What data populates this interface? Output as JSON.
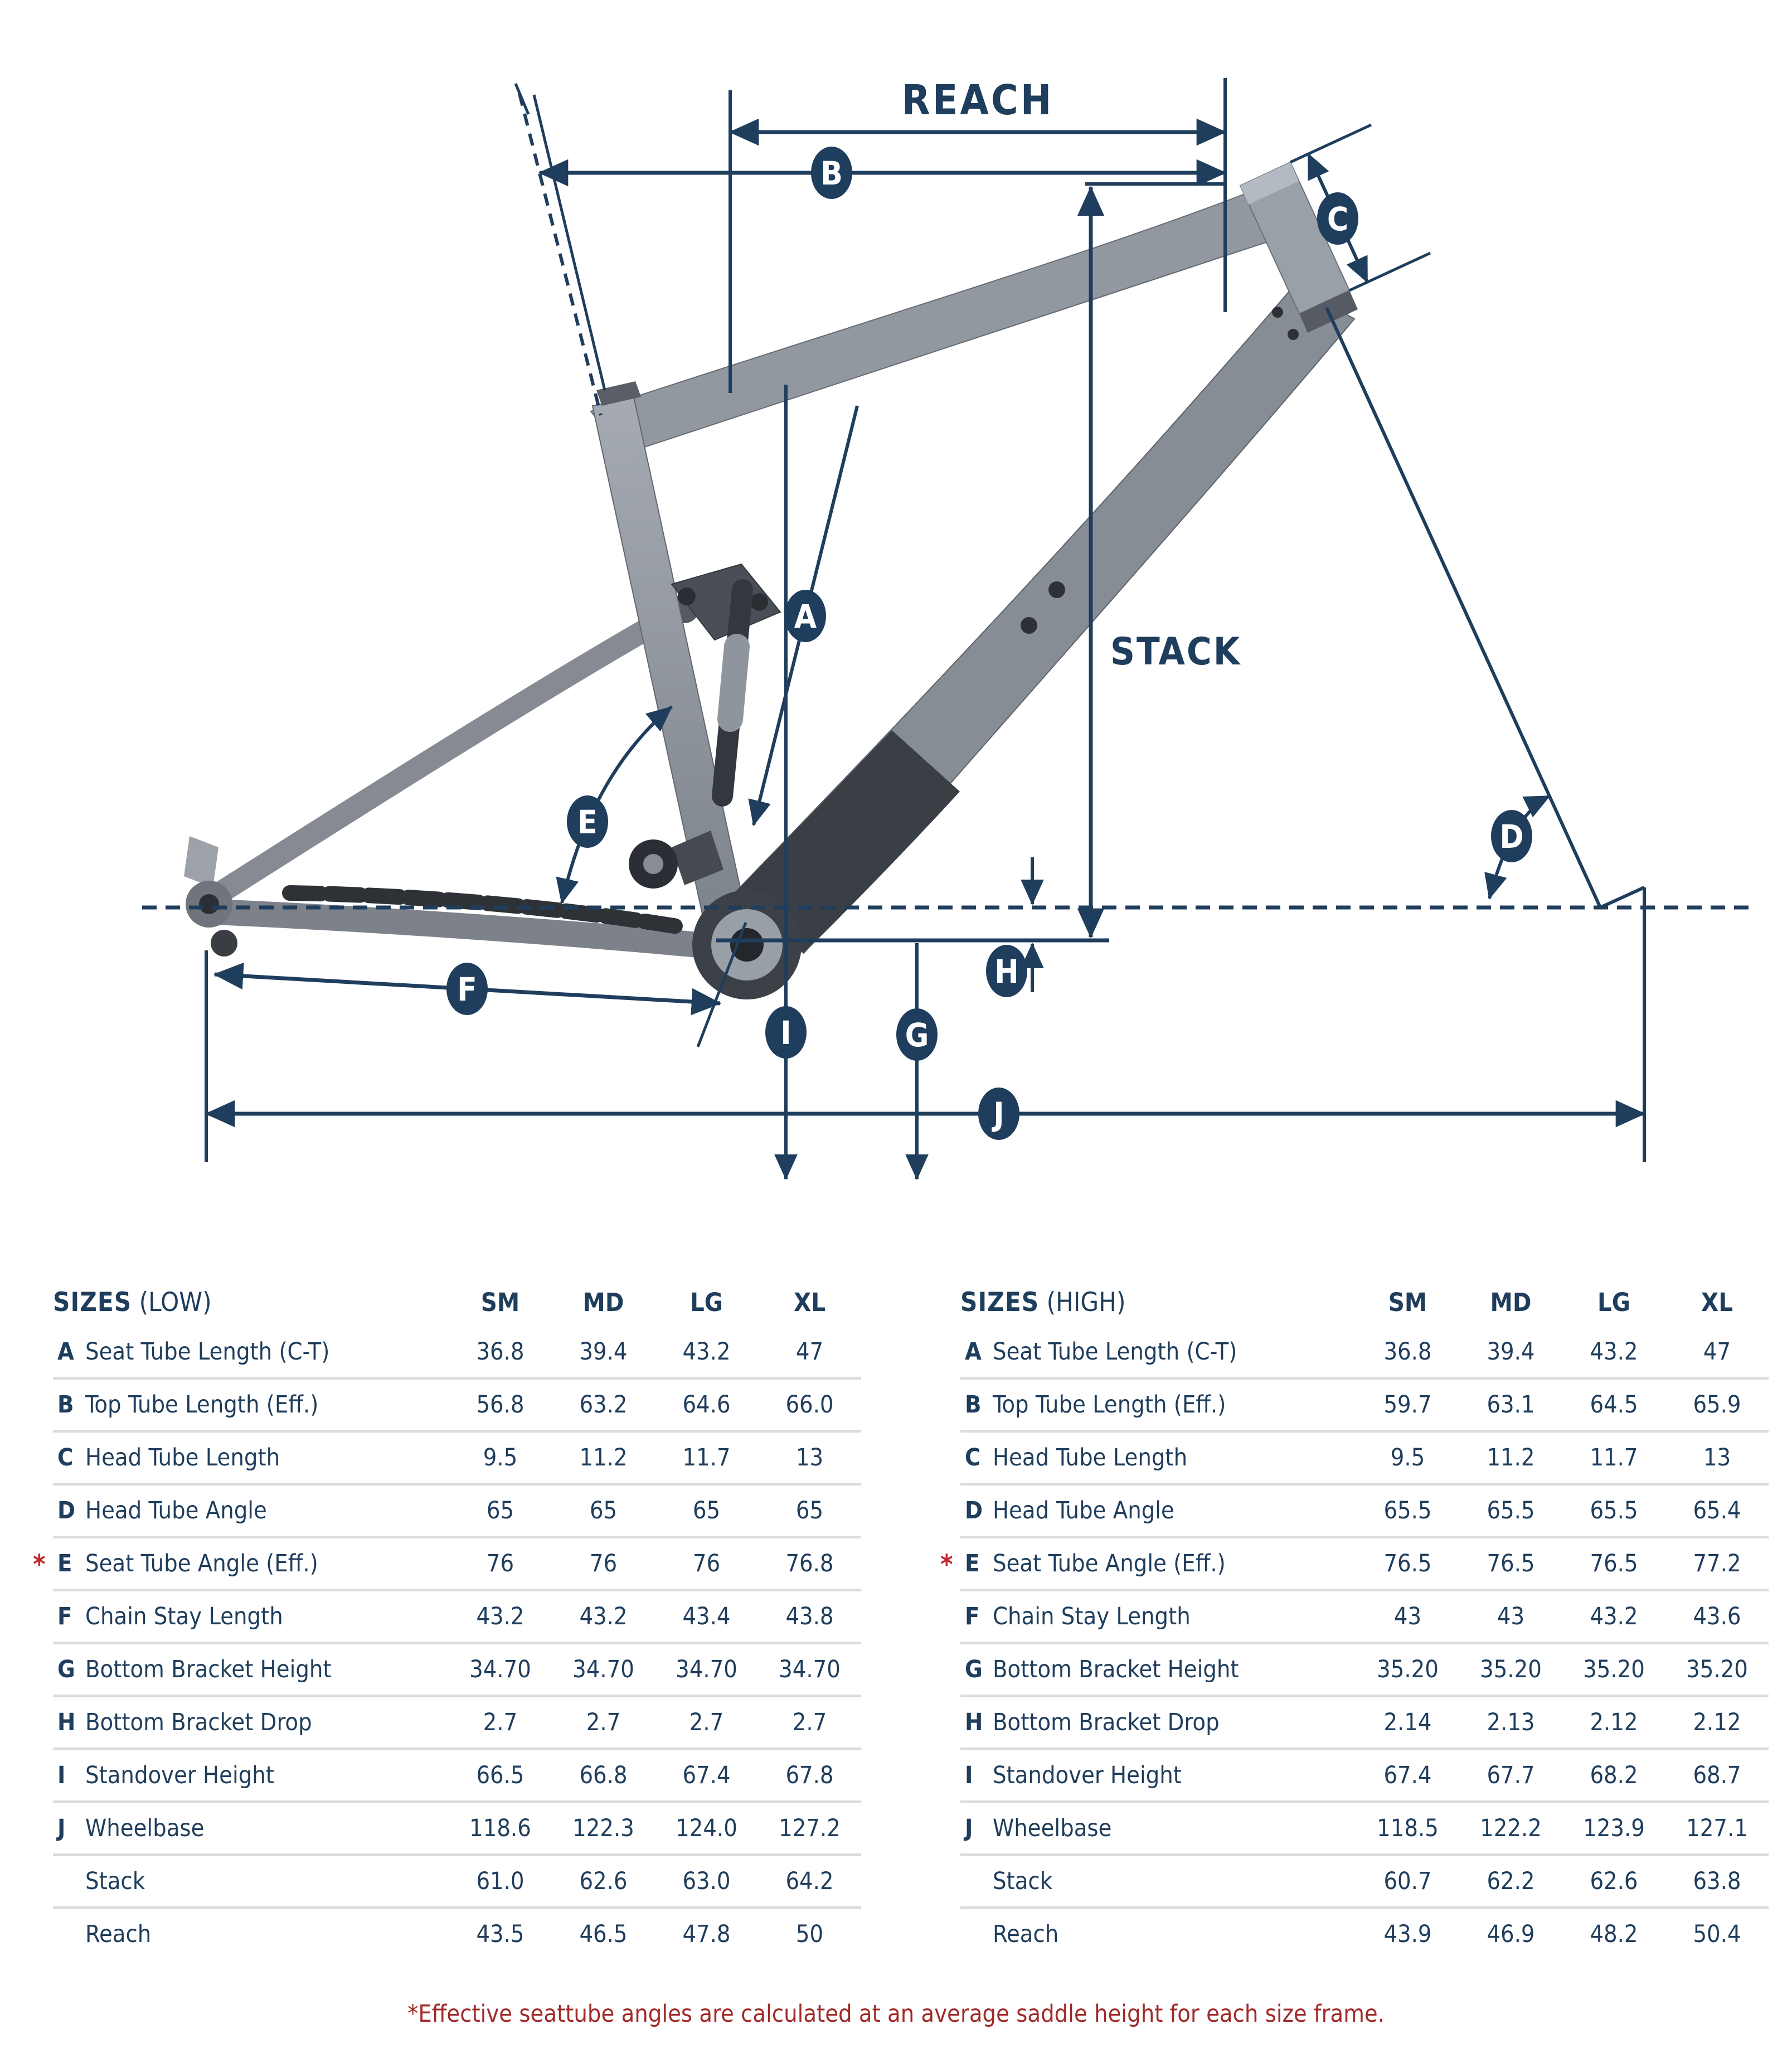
{
  "diagram": {
    "reach_label": "REACH",
    "stack_label": "STACK",
    "markers": [
      "A",
      "B",
      "C",
      "D",
      "E",
      "F",
      "G",
      "H",
      "I",
      "J"
    ]
  },
  "tables": [
    {
      "title_bold": "SIZES",
      "title_suffix": " (LOW)",
      "columns": [
        "SM",
        "MD",
        "LG",
        "XL"
      ],
      "rows": [
        {
          "asterisk": "",
          "letter": "A",
          "label": "Seat Tube Length (C-T)",
          "values": [
            "36.8",
            "39.4",
            "43.2",
            "47"
          ]
        },
        {
          "asterisk": "",
          "letter": "B",
          "label": "Top Tube Length (Eff.)",
          "values": [
            "56.8",
            "63.2",
            "64.6",
            "66.0"
          ]
        },
        {
          "asterisk": "",
          "letter": "C",
          "label": "Head Tube Length",
          "values": [
            "9.5",
            "11.2",
            "11.7",
            "13"
          ]
        },
        {
          "asterisk": "",
          "letter": "D",
          "label": "Head Tube Angle",
          "values": [
            "65",
            "65",
            "65",
            "65"
          ]
        },
        {
          "asterisk": "*",
          "letter": "E",
          "label": "Seat Tube Angle (Eff.)",
          "values": [
            "76",
            "76",
            "76",
            "76.8"
          ]
        },
        {
          "asterisk": "",
          "letter": "F",
          "label": "Chain Stay Length",
          "values": [
            "43.2",
            "43.2",
            "43.4",
            "43.8"
          ]
        },
        {
          "asterisk": "",
          "letter": "G",
          "label": "Bottom Bracket Height",
          "values": [
            "34.70",
            "34.70",
            "34.70",
            "34.70"
          ]
        },
        {
          "asterisk": "",
          "letter": "H",
          "label": "Bottom Bracket Drop",
          "values": [
            "2.7",
            "2.7",
            "2.7",
            "2.7"
          ]
        },
        {
          "asterisk": "",
          "letter": "I",
          "label": "Standover Height",
          "values": [
            "66.5",
            "66.8",
            "67.4",
            "67.8"
          ]
        },
        {
          "asterisk": "",
          "letter": "J",
          "label": "Wheelbase",
          "values": [
            "118.6",
            "122.3",
            "124.0",
            "127.2"
          ]
        },
        {
          "asterisk": "",
          "letter": "",
          "label": "Stack",
          "values": [
            "61.0",
            "62.6",
            "63.0",
            "64.2"
          ]
        },
        {
          "asterisk": "",
          "letter": "",
          "label": "Reach",
          "values": [
            "43.5",
            "46.5",
            "47.8",
            "50"
          ]
        }
      ]
    },
    {
      "title_bold": "SIZES",
      "title_suffix": " (HIGH)",
      "columns": [
        "SM",
        "MD",
        "LG",
        "XL"
      ],
      "rows": [
        {
          "asterisk": "",
          "letter": "A",
          "label": "Seat Tube Length (C-T)",
          "values": [
            "36.8",
            "39.4",
            "43.2",
            "47"
          ]
        },
        {
          "asterisk": "",
          "letter": "B",
          "label": "Top Tube Length (Eff.)",
          "values": [
            "59.7",
            "63.1",
            "64.5",
            "65.9"
          ]
        },
        {
          "asterisk": "",
          "letter": "C",
          "label": "Head Tube Length",
          "values": [
            "9.5",
            "11.2",
            "11.7",
            "13"
          ]
        },
        {
          "asterisk": "",
          "letter": "D",
          "label": "Head Tube Angle",
          "values": [
            "65.5",
            "65.5",
            "65.5",
            "65.4"
          ]
        },
        {
          "asterisk": "*",
          "letter": "E",
          "label": "Seat Tube Angle (Eff.)",
          "values": [
            "76.5",
            "76.5",
            "76.5",
            "77.2"
          ]
        },
        {
          "asterisk": "",
          "letter": "F",
          "label": "Chain Stay Length",
          "values": [
            "43",
            "43",
            "43.2",
            "43.6"
          ]
        },
        {
          "asterisk": "",
          "letter": "G",
          "label": "Bottom Bracket Height",
          "values": [
            "35.20",
            "35.20",
            "35.20",
            "35.20"
          ]
        },
        {
          "asterisk": "",
          "letter": "H",
          "label": "Bottom Bracket Drop",
          "values": [
            "2.14",
            "2.13",
            "2.12",
            "2.12"
          ]
        },
        {
          "asterisk": "",
          "letter": "I",
          "label": "Standover Height",
          "values": [
            "67.4",
            "67.7",
            "68.2",
            "68.7"
          ]
        },
        {
          "asterisk": "",
          "letter": "J",
          "label": "Wheelbase",
          "values": [
            "118.5",
            "122.2",
            "123.9",
            "127.1"
          ]
        },
        {
          "asterisk": "",
          "letter": "",
          "label": "Stack",
          "values": [
            "60.7",
            "62.2",
            "62.6",
            "63.8"
          ]
        },
        {
          "asterisk": "",
          "letter": "",
          "label": "Reach",
          "values": [
            "43.9",
            "46.9",
            "48.2",
            "50.4"
          ]
        }
      ]
    }
  ],
  "footnote": "*Effective seattube angles are calculated at an average saddle height for each size frame.",
  "colors": {
    "navy": "#1f3d5c",
    "red_asterisk": "#c1272d",
    "red_footnote": "#a02a28",
    "divider": "#dcdcdc"
  }
}
